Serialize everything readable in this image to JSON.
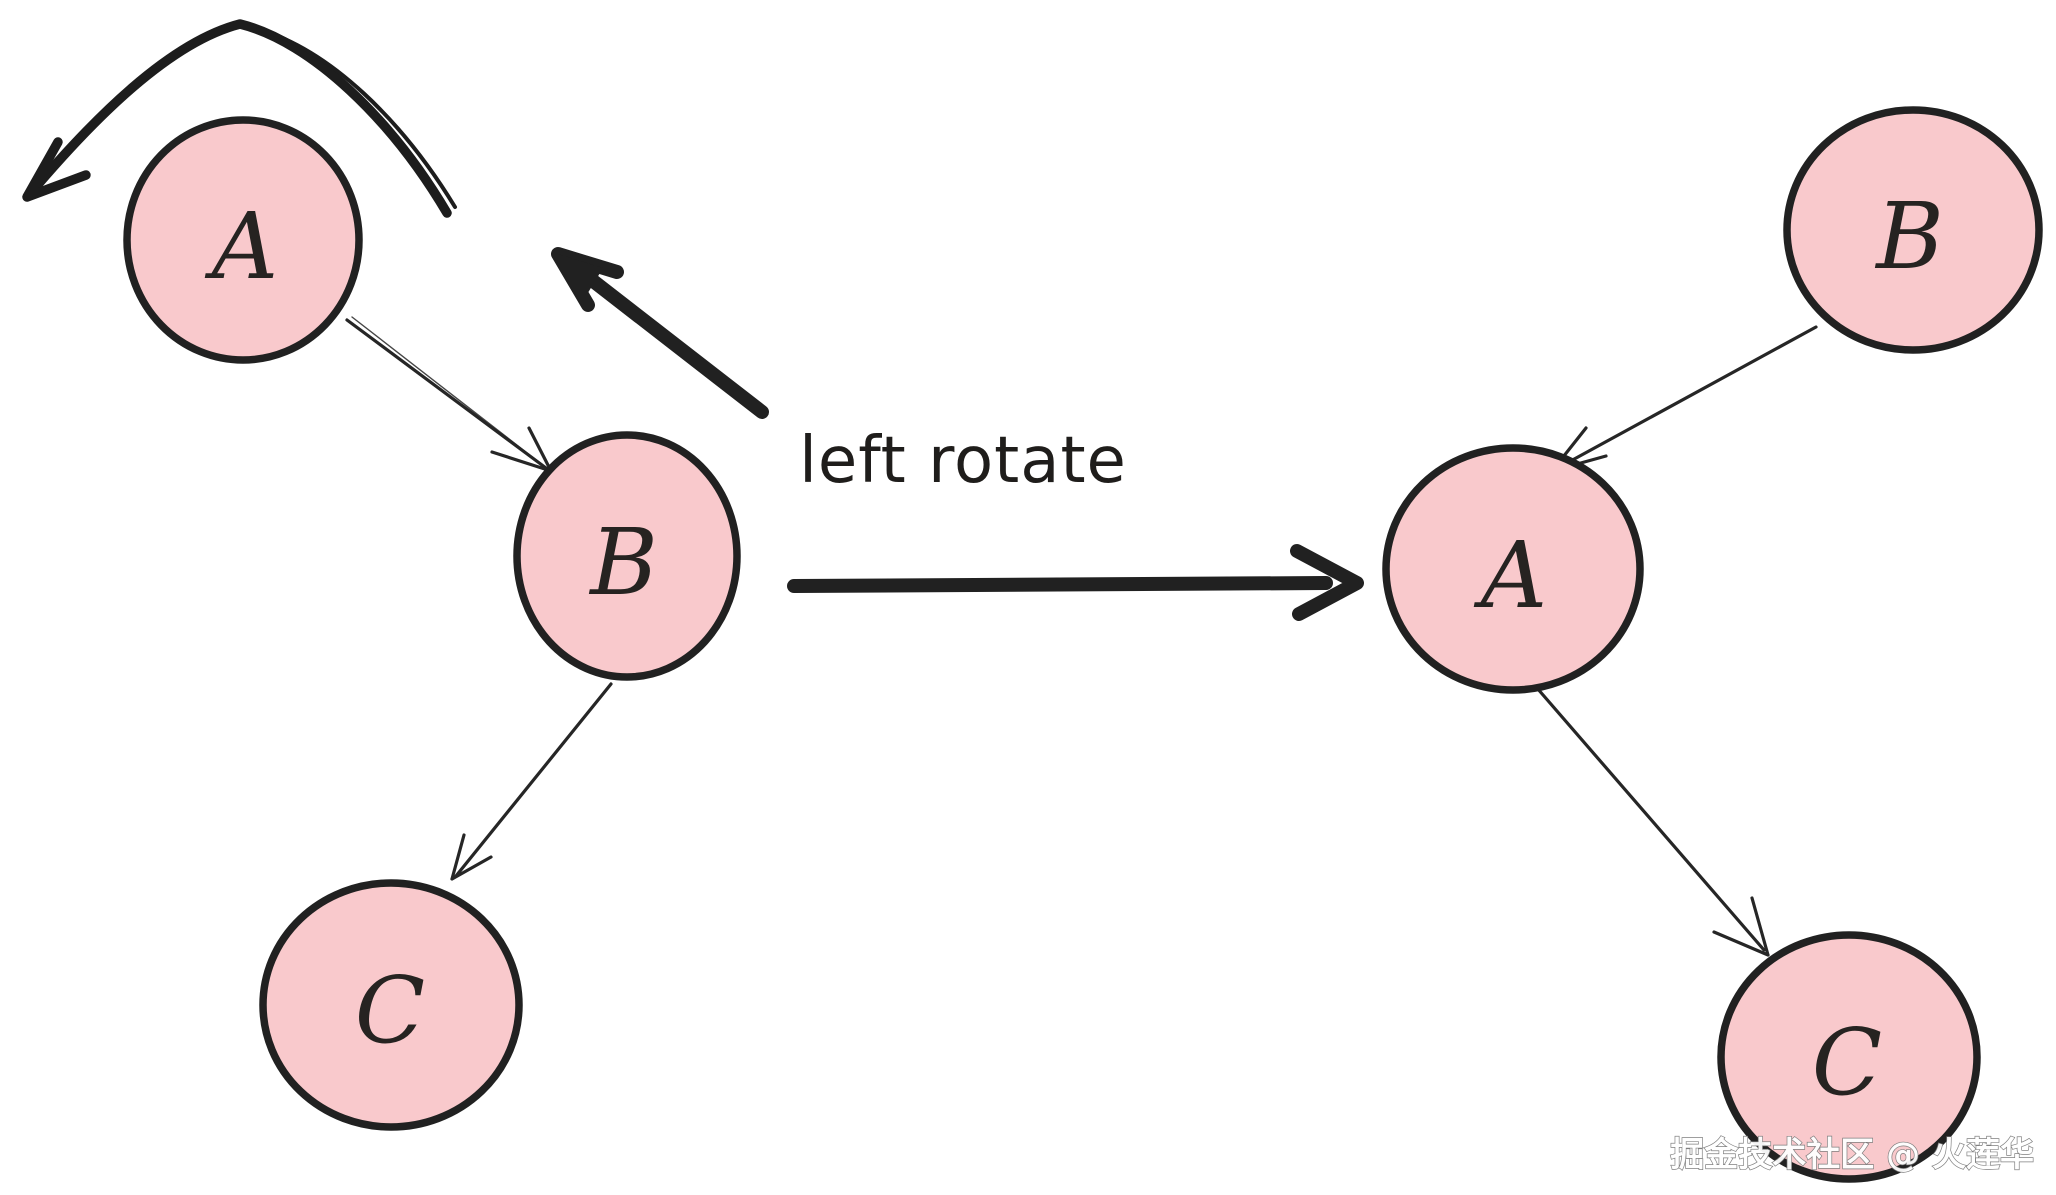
{
  "diagram": {
    "operation_label": "left rotate",
    "watermark": "掘金技术社区 @ 火莲华",
    "colors": {
      "node_fill": "#f9c9cc",
      "ink": "#212121",
      "background": "#ffffff",
      "watermark_fill": "#ffffff",
      "watermark_outline": "#7a7a7a"
    },
    "before_tree": {
      "nodes": [
        {
          "id": "A",
          "label": "A"
        },
        {
          "id": "B",
          "label": "B"
        },
        {
          "id": "C",
          "label": "C"
        }
      ],
      "edges": [
        {
          "from": "A",
          "to": "B"
        },
        {
          "from": "B",
          "to": "C"
        }
      ]
    },
    "after_tree": {
      "nodes": [
        {
          "id": "B",
          "label": "B"
        },
        {
          "id": "A",
          "label": "A"
        },
        {
          "id": "C",
          "label": "C"
        }
      ],
      "edges": [
        {
          "from": "B",
          "to": "A"
        },
        {
          "from": "A",
          "to": "C"
        }
      ]
    }
  }
}
